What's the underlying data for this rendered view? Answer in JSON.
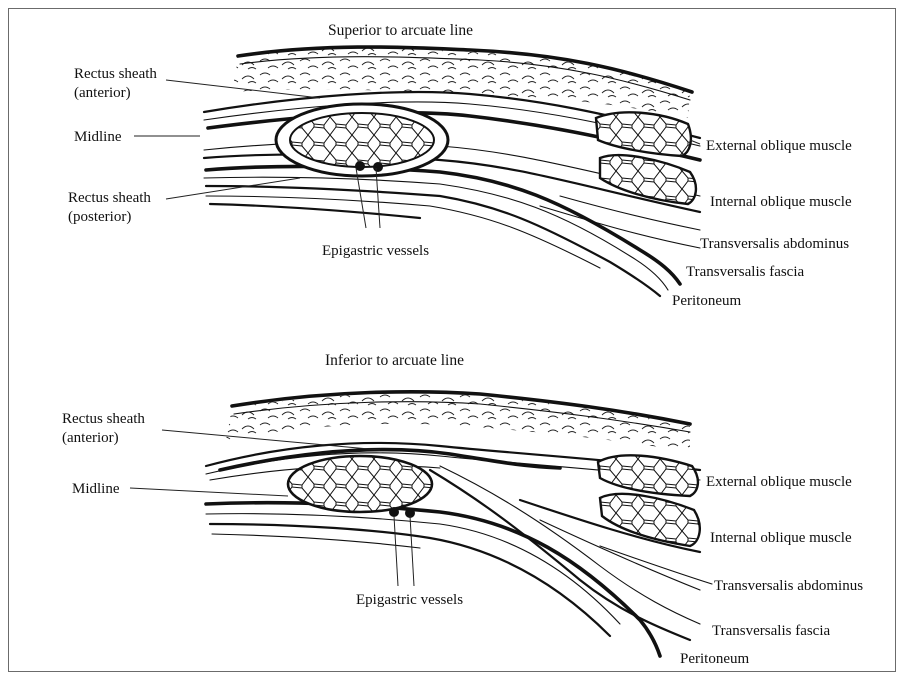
{
  "diagrams": [
    {
      "title": "Superior to arcuate line",
      "labels": {
        "rectus_sheath_anterior": [
          "Rectus sheath",
          "(anterior)"
        ],
        "midline": "Midline",
        "rectus_sheath_posterior": [
          "Rectus sheath",
          "(posterior)"
        ],
        "epigastric_vessels": "Epigastric vessels",
        "external_oblique": "External oblique muscle",
        "internal_oblique": "Internal oblique muscle",
        "transversalis_abdominus": "Transversalis abdominus",
        "transversalis_fascia": "Transversalis fascia",
        "peritoneum": "Peritoneum"
      }
    },
    {
      "title": "Inferior to arcuate line",
      "labels": {
        "rectus_sheath_anterior": [
          "Rectus sheath",
          "(anterior)"
        ],
        "midline": "Midline",
        "epigastric_vessels": "Epigastric vessels",
        "external_oblique": "External oblique muscle",
        "internal_oblique": "Internal oblique muscle",
        "transversalis_abdominus": "Transversalis abdominus",
        "transversalis_fascia": "Transversalis fascia",
        "peritoneum": "Peritoneum"
      }
    }
  ]
}
